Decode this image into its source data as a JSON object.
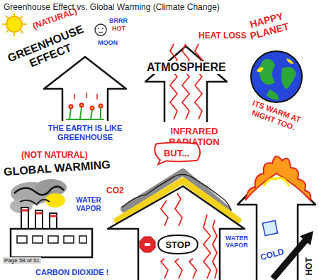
{
  "diagram": {
    "title": "Greenhouse Effect vs. Global Warming (Climate Change)",
    "nodes": [
      {
        "text": [
          "BUT..."
        ]
      },
      {
        "text": [
          "STOP"
        ]
      }
    ],
    "labels": [
      "(NATURAL)",
      "GREENHOUSE EFFECT",
      "BRRR",
      "HOT",
      "MOON",
      "HEAT LOSS",
      "ATMOSPHERE",
      "HAPPY PLANET",
      "THE EARTH IS LIKE GREENHOUSE",
      "INFRARED RADIATION",
      "ITS WARM AT NIGHT TOO.",
      "(NOT NATURAL)",
      "GLOBAL WARMING",
      "CO2",
      "WATER VAPOR",
      "WATER VAPOR",
      "CARBON DIOXIDE !",
      "COLD",
      "HOT",
      "Page 58 of 51"
    ]
  }
}
